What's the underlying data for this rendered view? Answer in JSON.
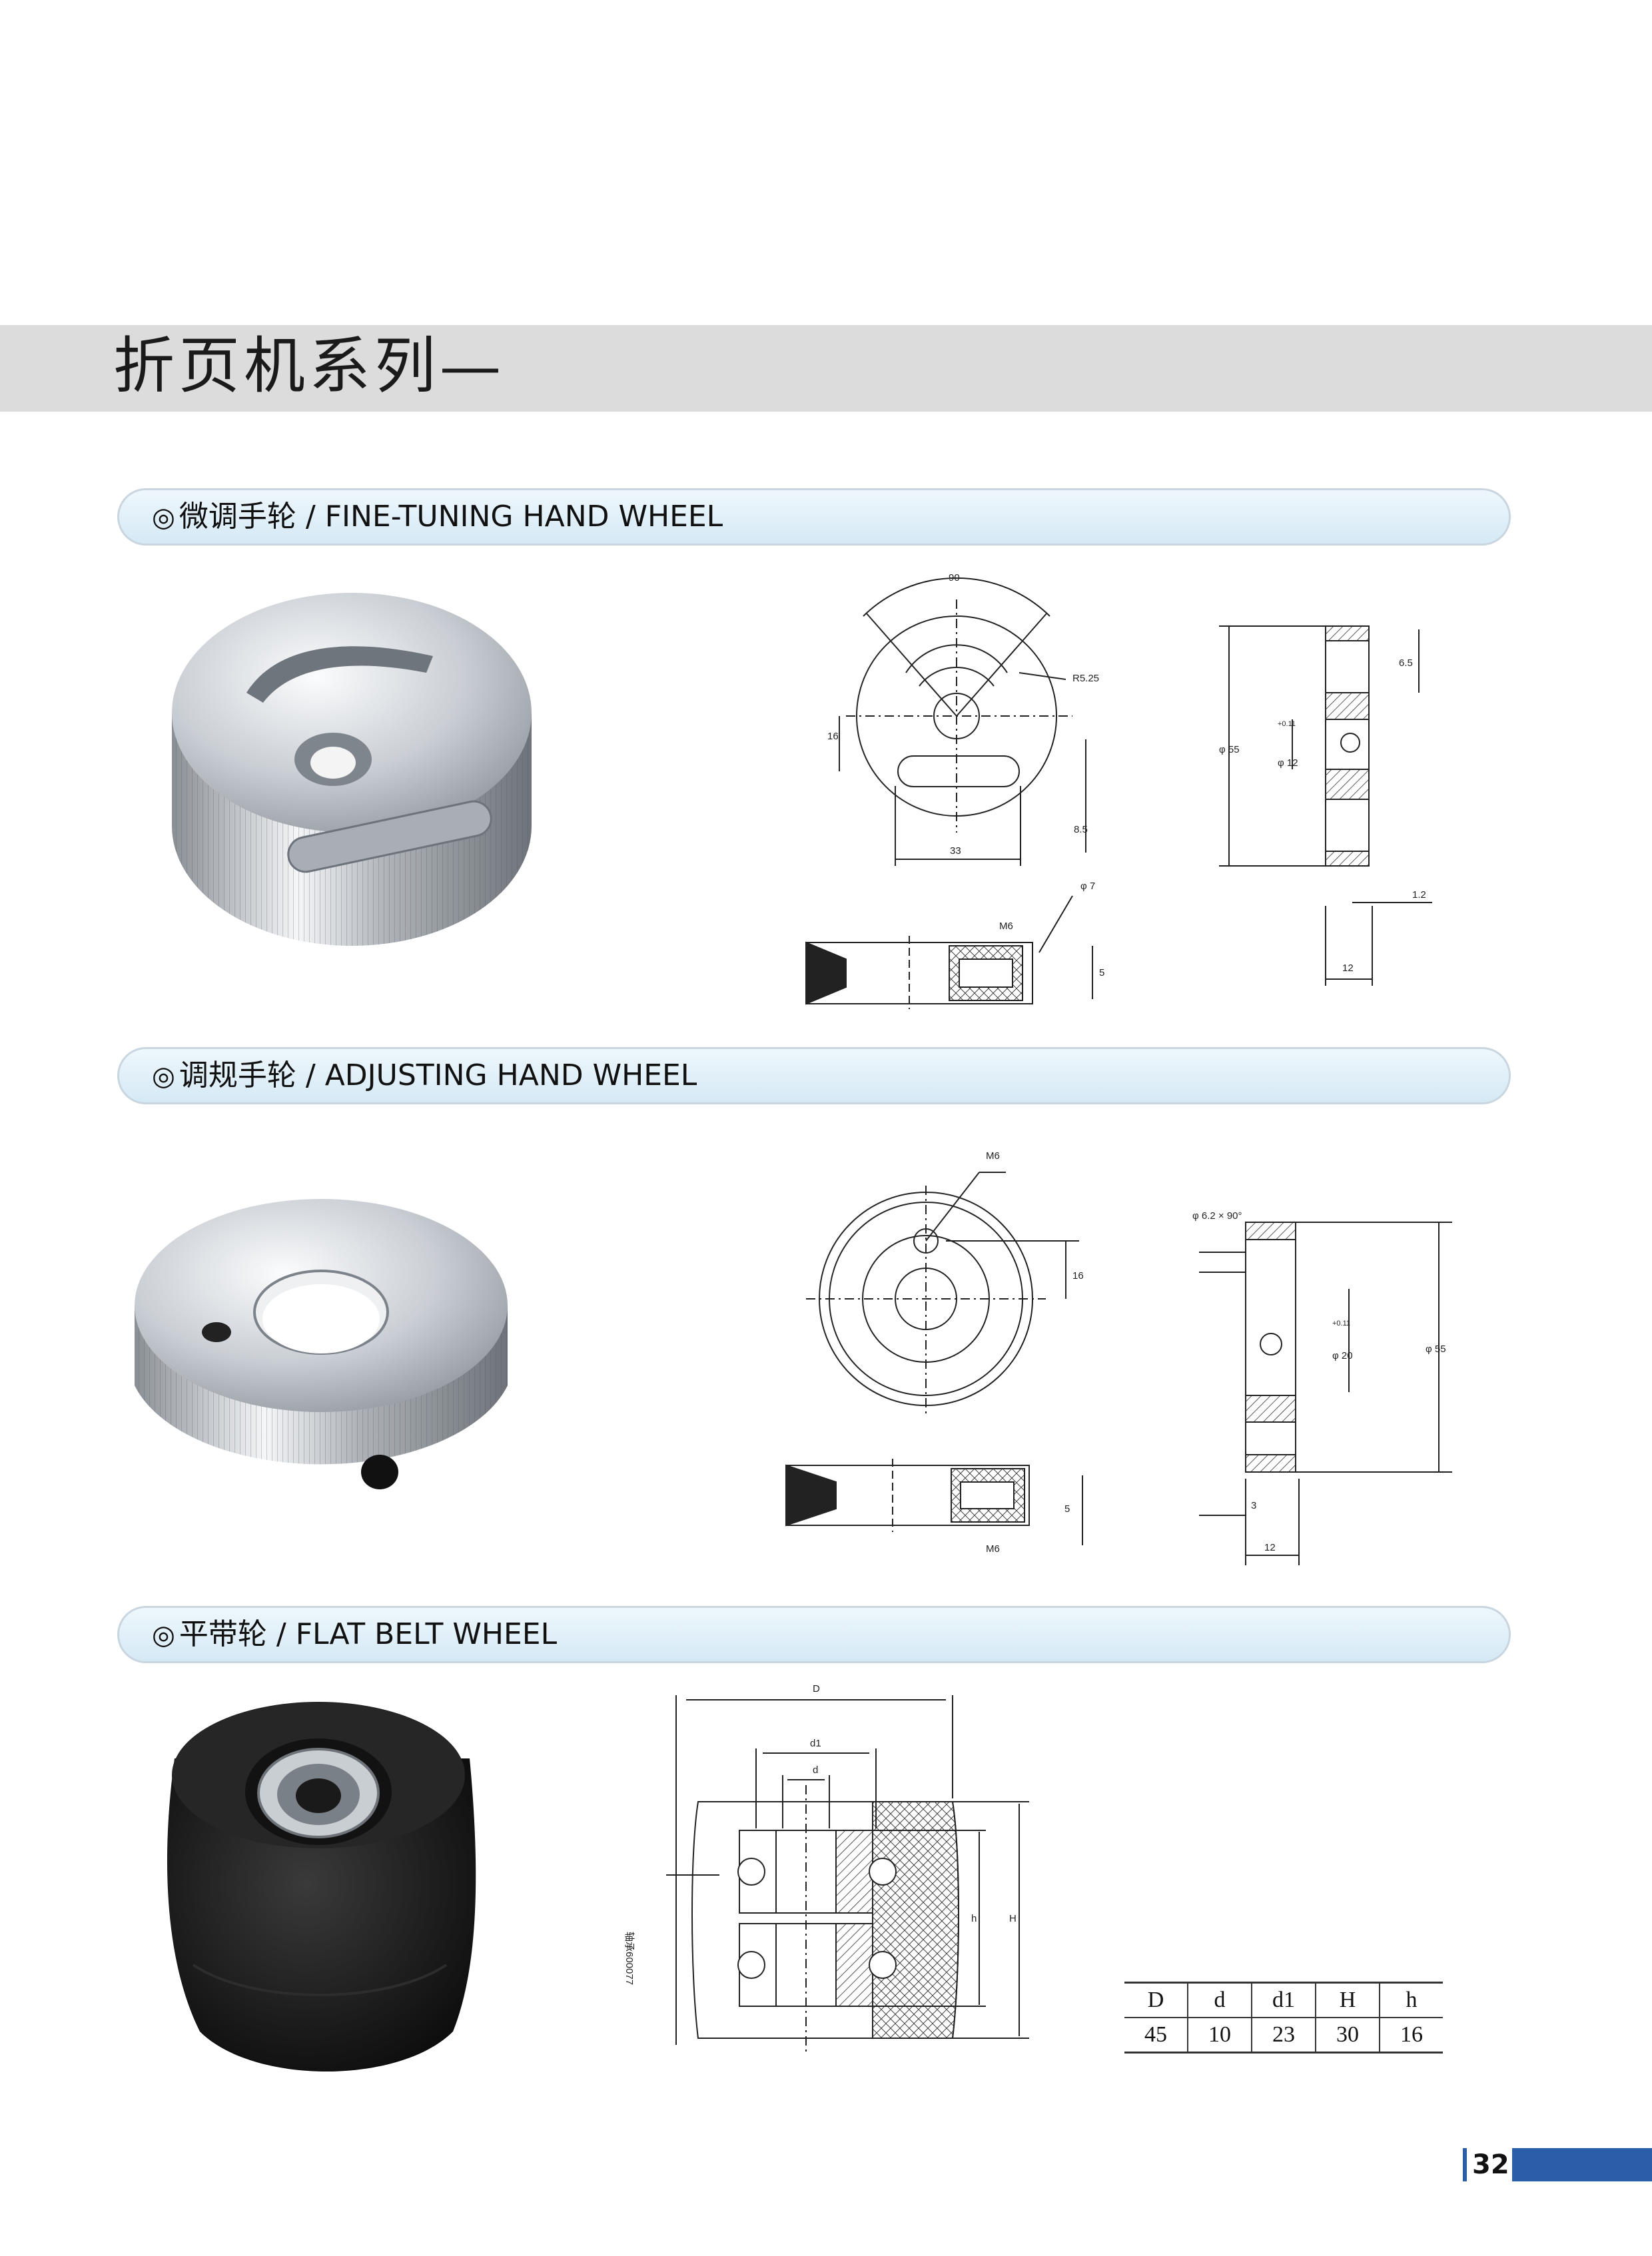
{
  "page": {
    "title": "折页机系列—",
    "page_number": "32",
    "accent_color": "#2b5ea9"
  },
  "sections": [
    {
      "marker": "◎",
      "label": "微调手轮 / FINE-TUNING HAND WHEEL",
      "drawing_dims": [
        "90",
        "R5.25",
        "16",
        "33",
        "8.5",
        "φ 55",
        "φ 12",
        "+0.11",
        "6.5",
        "1.2",
        "12",
        "φ 7",
        "M6",
        "5"
      ]
    },
    {
      "marker": "◎",
      "label": "调规手轮 / ADJUSTING HAND WHEEL",
      "drawing_dims": [
        "M6",
        "16",
        "φ 6.2 × 90°",
        "φ 20",
        "+0.11",
        "φ 55",
        "3",
        "12",
        "5",
        "M6"
      ]
    },
    {
      "marker": "◎",
      "label": "平带轮 / FLAT BELT WHEEL",
      "drawing_dims": [
        "D",
        "d1",
        "d",
        "h",
        "H"
      ],
      "bearing_note": "轴承600077",
      "spec_table": {
        "headers": [
          "D",
          "d",
          "d1",
          "H",
          "h"
        ],
        "rows": [
          [
            "45",
            "10",
            "23",
            "30",
            "16"
          ]
        ]
      }
    }
  ]
}
